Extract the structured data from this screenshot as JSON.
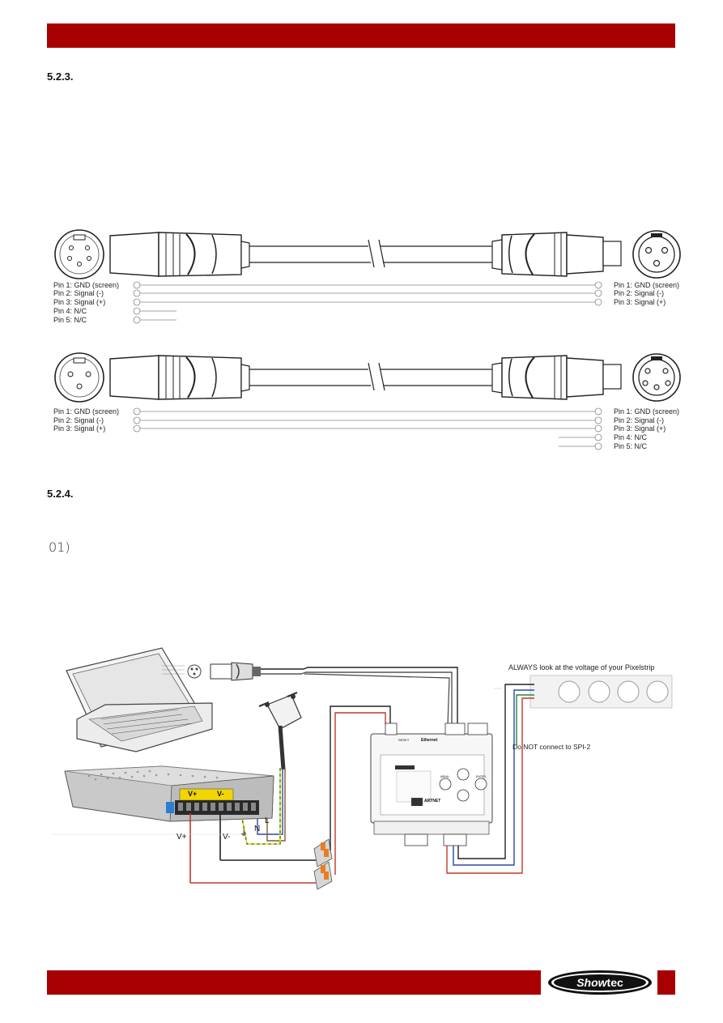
{
  "sections": {
    "s523": "5.2.3.",
    "s524": "5.2.4.",
    "step": "01)"
  },
  "cable1": {
    "left_pins": [
      "Pin 1: GND (screen)",
      "Pin 2: Signal (-)",
      "Pin 3: Signal (+)",
      "Pin 4: N/C",
      "Pin 5: N/C"
    ],
    "right_pins": [
      "Pin 1: GND (screen)",
      "Pin 2: Signal (-)",
      "Pin 3: Signal (+)"
    ]
  },
  "cable2": {
    "left_pins": [
      "Pin 1: GND (screen)",
      "Pin 2: Signal (-)",
      "Pin 3: Signal (+)"
    ],
    "right_pins": [
      "Pin 1: GND (screen)",
      "Pin 2: Signal (-)",
      "Pin 3: Signal (+)",
      "Pin 4: N/C",
      "Pin 5: N/C"
    ]
  },
  "wiring": {
    "pixelstrip_note": "ALWAYS look at the voltage of your Pixelstrip",
    "spi_note": "Do NOT connect to SPI-2",
    "vplus": "V+",
    "vminus": "V-",
    "psu_vplus": "V+",
    "psu_vminus": "V-",
    "neutral": "N",
    "live": "L",
    "controller_header": "Ethernet",
    "controller_reset": "RESET",
    "controller_menu": "MENU",
    "controller_enter": "ENTER",
    "controller_brand": "ARTNET"
  },
  "footer": {
    "logo_text": "Showtec"
  },
  "colors": {
    "bar": "#a80000",
    "wire_red": "#c0392b",
    "wire_black": "#222222",
    "wire_blue": "#2e4aa0",
    "wire_green": "#1f8a3a",
    "psu_yellow": "#f2d600"
  }
}
